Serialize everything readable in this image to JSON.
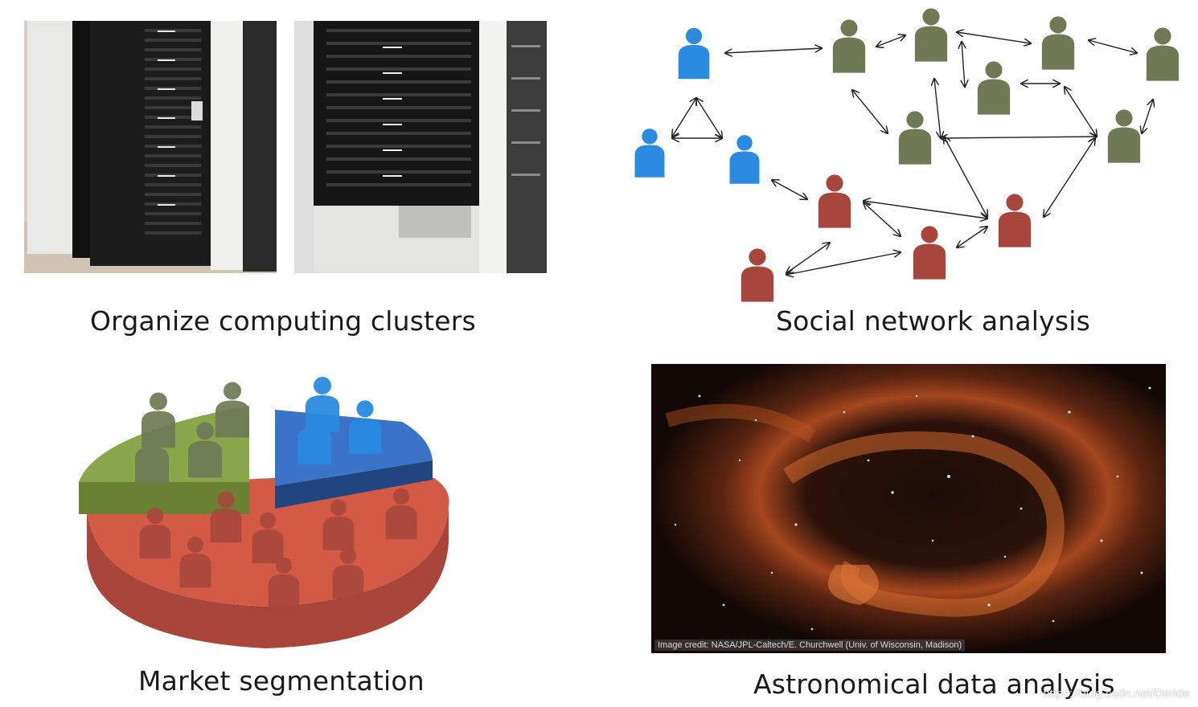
{
  "captions": {
    "clusters": "Organize computing clusters",
    "social": "Social network analysis",
    "market": "Market segmentation",
    "astro": "Astronomical data analysis"
  },
  "astro_credit": "Image credit: NASA/JPL-Caltech/E. Churchwell (Univ. of Wisconsin, Madison)",
  "watermark": "https://blog.csdn.net/Deride",
  "colors": {
    "blue": "#2a8be0",
    "green": "#6f7a55",
    "red": "#a8463d",
    "pie_red": "#d35a45",
    "pie_green": "#8aa64a",
    "pie_blue": "#3a73c8"
  }
}
